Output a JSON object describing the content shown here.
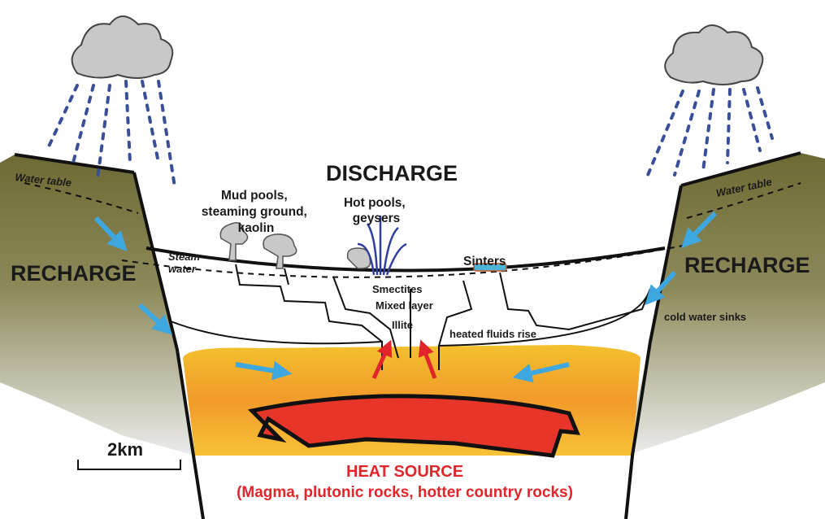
{
  "labels": {
    "discharge": "DISCHARGE",
    "recharge_left": "RECHARGE",
    "recharge_right": "RECHARGE",
    "water_table_left": "Water table",
    "water_table_right": "Water table",
    "steam": "Steam",
    "water": "water",
    "mud_pools": [
      "Mud pools,",
      "steaming ground,",
      "kaolin"
    ],
    "hot_pools": [
      "Hot pools,",
      "geysers"
    ],
    "sinters": "Sinters",
    "smectites": "Smectites",
    "mixed_layer": "Mixed layer",
    "illite": "Illite",
    "heated_fluids": "heated fluids rise",
    "cold_water": "cold water sinks",
    "scale": "2km",
    "heat_source": "HEAT SOURCE",
    "heat_source_detail": "(Magma, plutonic rocks, hotter country rocks)"
  },
  "colors": {
    "cloud": "#c8c8c8",
    "rain": "#3a4f9a",
    "rock_top": "#6e6a34",
    "rock_bottom": "#e6e6e6",
    "heat_outer": "#f2b626",
    "heat_inner": "#e8352a",
    "cold_arrow": "#3fa7e0",
    "hot_arrow": "#e0262a",
    "geyser": "#2f3fa0",
    "sinter": "#4fb4d8",
    "heat_text": "#e0262a"
  }
}
